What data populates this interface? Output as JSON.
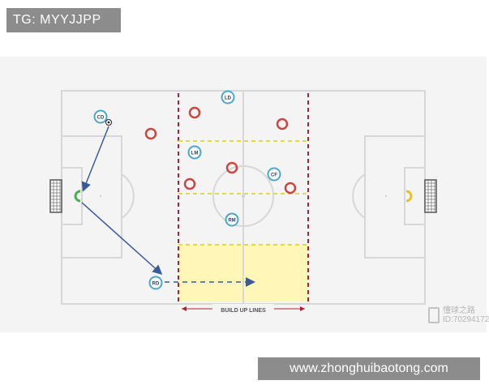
{
  "tag": {
    "label": "TG: MYYJJPP"
  },
  "banner": {
    "label": "www.zhonghuibaotong.com"
  },
  "diagram": {
    "labels": {
      "build_up_lines": "BUILD UP LINES"
    },
    "players": {
      "cd": "CD",
      "ld": "LD",
      "lm": "LM",
      "cf": "CF",
      "rm": "RM",
      "rd": "RD"
    },
    "colors": {
      "pitch_line": "#d7d7d7",
      "red_dashed": "#b22034",
      "yellow_dashed": "#e2d84a",
      "zone_fill": "#fff6b8",
      "arrow": "#3a5a9c",
      "opponent": "#c9483f",
      "teammate": "#4aa8cc",
      "keeper_left": "#4caf50",
      "keeper_right": "#e8c31c"
    }
  },
  "watermark": {
    "brand": "懂球之路",
    "id": "ID:70294172"
  }
}
